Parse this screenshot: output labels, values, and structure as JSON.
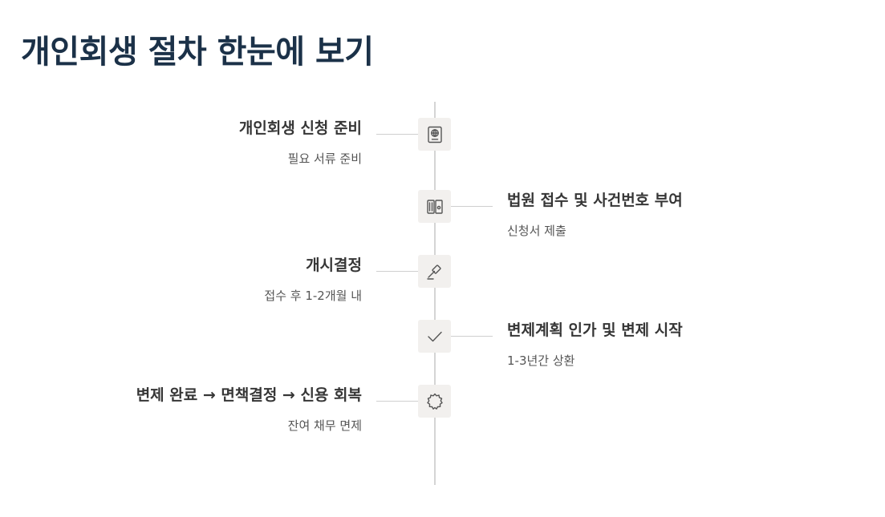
{
  "page": {
    "title": "개인회생 절차 한눈에 보기"
  },
  "steps": [
    {
      "title": "개인회생 신청 준비",
      "desc": "필요 서류 준비",
      "side": "left",
      "icon": "passport-icon"
    },
    {
      "title": "법원 접수 및 사건번호 부여",
      "desc": "신청서 제출",
      "side": "right",
      "icon": "binder-folder-icon"
    },
    {
      "title": "개시결정",
      "desc": "접수 후 1-2개월 내",
      "side": "left",
      "icon": "gavel-icon"
    },
    {
      "title": "변제계획 인가 및 변제 시작",
      "desc": "1-3년간 상환",
      "side": "right",
      "icon": "checkmark-icon"
    },
    {
      "title": "변제 완료 → 면책결정 → 신용 회복",
      "desc": "잔여 채무 면제",
      "side": "left",
      "icon": "seal-badge-icon"
    }
  ],
  "colors": {
    "title": "#1b3148",
    "step_title": "#363636",
    "step_desc": "#555555",
    "axis": "#d4d4d4",
    "icon_background": "#f2f0ee"
  }
}
